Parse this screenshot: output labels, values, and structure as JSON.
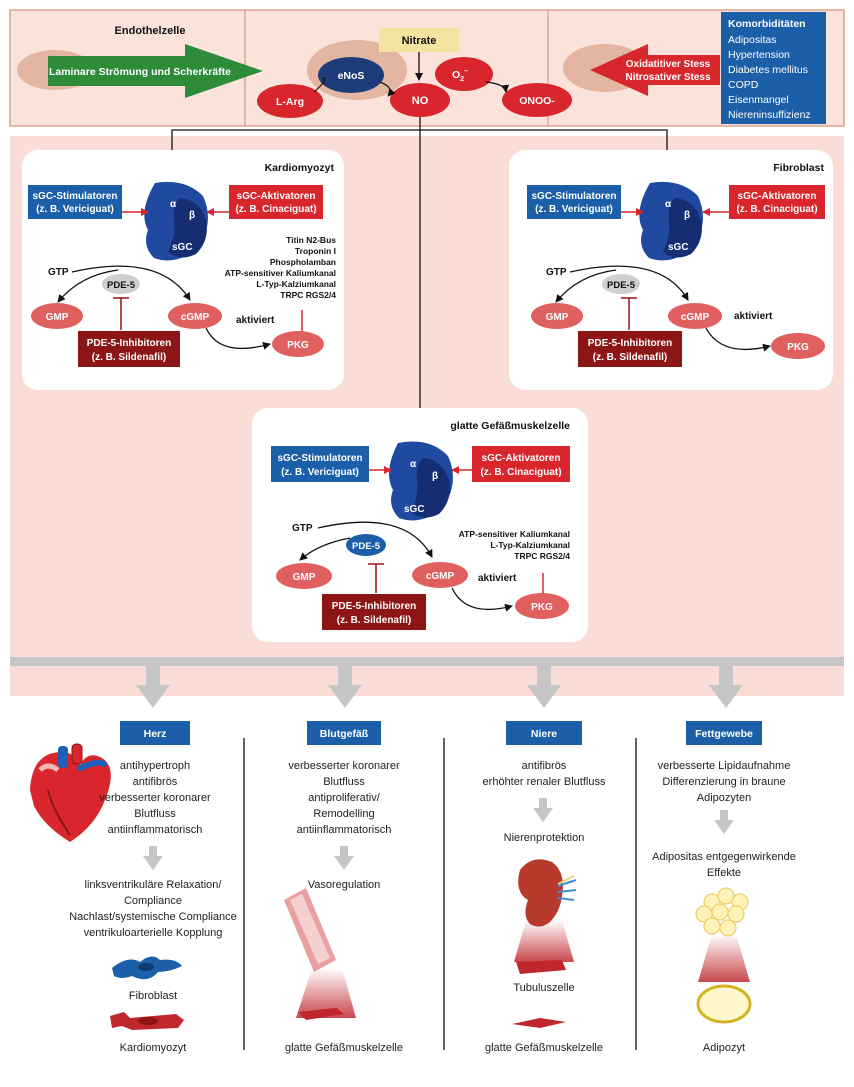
{
  "top": {
    "endothel_title": "Endothelzelle",
    "laminar": "Laminare Strömung und Scherkräfte",
    "nitrate": "Nitrate",
    "enos": "eNoS",
    "o2": "O",
    "o2_sub": "2",
    "o2_sup": "–",
    "larg": "L-Arg",
    "no": "NO",
    "onoo": "ONOO-",
    "stress_line1": "Oxidatitiver Stess",
    "stress_line2": "Nitrosativer Stess",
    "komorb_title": "Komorbiditäten",
    "komorb_items": [
      "Adipositas",
      "Hypertension",
      "Diabetes mellitus",
      "COPD",
      "Eisenmangel",
      "Niereninsuffizienz"
    ]
  },
  "cells": {
    "kardio": {
      "title": "Kardiomyozyt",
      "stim_1": "sGC-Stimulatoren",
      "stim_2": "(z. B. Vericiguat)",
      "akt_1": "sGC-Aktivatoren",
      "akt_2": "(z. B. Cinaciguat)",
      "alpha": "α",
      "beta": "β",
      "sgc": "sGC",
      "targets": [
        "Titin N2-Bus",
        "Troponin I",
        "Phospholamban",
        "ATP-sensitiver Kaliumkanal",
        "L-Typ-Kalziumkanal",
        "TRPC RGS2/4"
      ],
      "gtp": "GTP",
      "pde5": "PDE-5",
      "gmp": "GMP",
      "cgmp": "cGMP",
      "inhib_1": "PDE-5-Inhibitoren",
      "inhib_2": "(z. B. Sildenafil)",
      "aktiviert": "aktiviert",
      "pkg": "PKG"
    },
    "fibro": {
      "title": "Fibroblast",
      "stim_1": "sGC-Stimulatoren",
      "stim_2": "(z. B. Vericiguat)",
      "akt_1": "sGC-Aktivatoren",
      "akt_2": "(z. B. Cinaciguat)",
      "alpha": "α",
      "beta": "β",
      "sgc": "sGC",
      "gtp": "GTP",
      "pde5": "PDE-5",
      "gmp": "GMP",
      "cgmp": "cGMP",
      "inhib_1": "PDE-5-Inhibitoren",
      "inhib_2": "(z. B. Sildenafil)",
      "aktiviert": "aktiviert",
      "pkg": "PKG"
    },
    "glatt": {
      "title": "glatte Gefäßmuskelzelle",
      "stim_1": "sGC-Stimulatoren",
      "stim_2": "(z. B. Vericiguat)",
      "akt_1": "sGC-Aktivatoren",
      "akt_2": "(z. B. Cinaciguat)",
      "alpha": "α",
      "beta": "β",
      "sgc": "sGC",
      "targets": [
        "ATP-sensitiver Kaliumkanal",
        "L-Typ-Kalziumkanal",
        "TRPC RGS2/4"
      ],
      "gtp": "GTP",
      "pde5": "PDE-5",
      "gmp": "GMP",
      "cgmp": "cGMP",
      "inhib_1": "PDE-5-Inhibitoren",
      "inhib_2": "(z. B. Sildenafil)",
      "aktiviert": "aktiviert",
      "pkg": "PKG"
    }
  },
  "organs": {
    "herz": {
      "label": "Herz",
      "effects": [
        "antihypertroph",
        "antifibrös",
        "verbesserter koronarer",
        "Blutfluss",
        "antiinflammatorisch"
      ],
      "results": [
        "linksventrikuläre Relaxation/",
        "Compliance",
        "Nachlast/systemische Compliance",
        "ventrikuloarterielle Kopplung"
      ],
      "cell_1": "Fibroblast",
      "cell_2": "Kardiomyozyt"
    },
    "gefaess": {
      "label": "Blutgefäß",
      "effects": [
        "verbesserter koronarer",
        "Blutfluss",
        "antiproliferativ/",
        "Remodelling",
        "antiinflammatorisch"
      ],
      "results": [
        "Vasoregulation"
      ],
      "cell_1": "glatte Gefäßmuskelzelle"
    },
    "niere": {
      "label": "Niere",
      "effects": [
        "antifibrös",
        "erhöhter renaler Blutfluss"
      ],
      "results": [
        "Nierenprotektion"
      ],
      "cell_1": "Tubuluszelle",
      "cell_2": "glatte Gefäßmuskelzelle"
    },
    "fett": {
      "label": "Fettgewebe",
      "effects": [
        "verbesserte Lipidaufnahme",
        "Differenzierung in braune",
        "Adipozyten"
      ],
      "results": [
        "Adipositas entgegenwirkende",
        "Effekte"
      ],
      "cell_1": "Adipozyt"
    }
  }
}
